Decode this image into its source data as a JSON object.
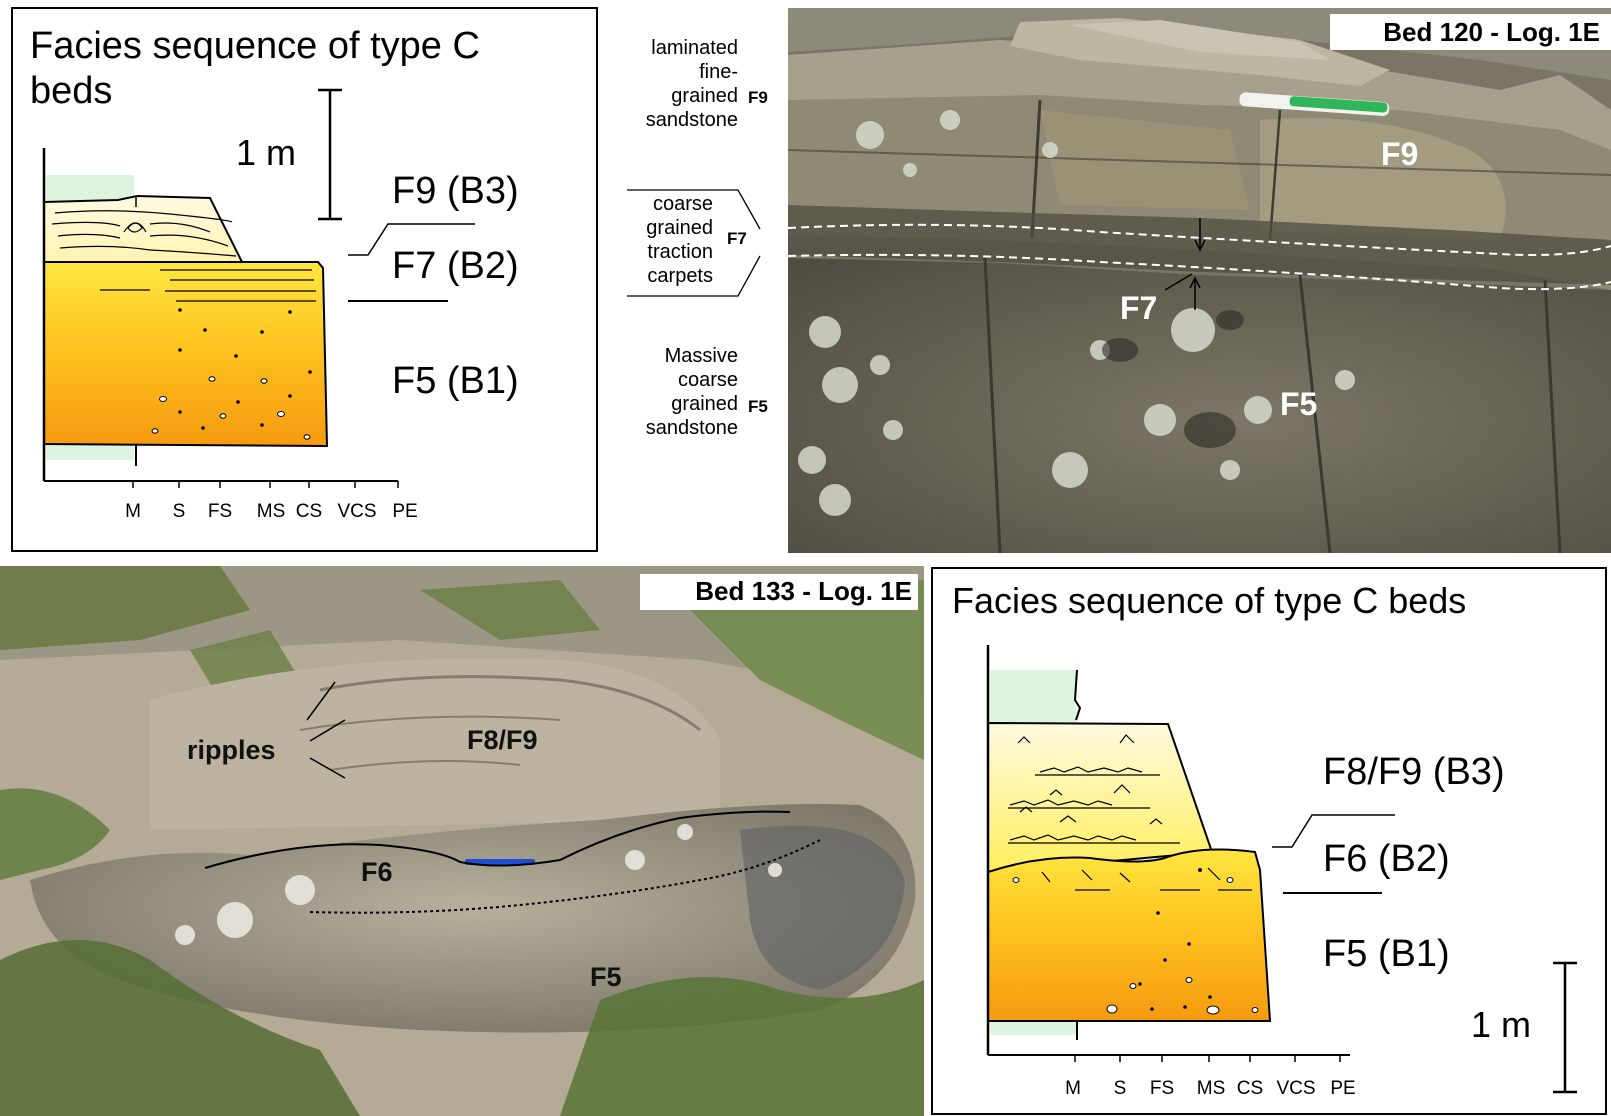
{
  "top_left_panel": {
    "title_line1": "Facies sequence of type C",
    "title_line2": "beds",
    "scale_label": "1 m",
    "facies_labels": [
      "F9 (B3)",
      "F7 (B2)",
      "F5 (B1)"
    ],
    "grain_axis": [
      "M",
      "S",
      "FS",
      "MS",
      "CS",
      "VCS",
      "PE"
    ]
  },
  "top_photo_legend": {
    "f9_desc": [
      "laminated",
      "fine-",
      "grained",
      "sandstone"
    ],
    "f9_code": "F9",
    "f7_desc": [
      "coarse",
      "grained",
      "traction",
      "carpets"
    ],
    "f7_code": "F7",
    "f5_desc": [
      "Massive",
      "coarse",
      "grained",
      "sandstone"
    ],
    "f5_code": "F5"
  },
  "top_photo": {
    "caption": "Bed 120 - Log. 1E",
    "labels": [
      "F9",
      "F7",
      "F5"
    ]
  },
  "bottom_photo": {
    "caption": "Bed 133 - Log. 1E",
    "ripples_label": "ripples",
    "labels": [
      "F8/F9",
      "F6",
      "F5"
    ]
  },
  "bottom_right_panel": {
    "title": "Facies sequence of type C beds",
    "facies_labels": [
      "F8/F9 (B3)",
      "F6 (B2)",
      "F5 (B1)"
    ],
    "scale_label": "1 m",
    "grain_axis": [
      "M",
      "S",
      "FS",
      "MS",
      "CS",
      "VCS",
      "PE"
    ]
  },
  "colors": {
    "massive_top": "#ffe640",
    "massive_bottom": "#f59a0f",
    "laminated": "#fff7c8",
    "mud_tint": "#ddf5df",
    "rock_light": "#a9a392",
    "rock_dark": "#5a5a4c",
    "vegetation": "#5d7a3a"
  }
}
